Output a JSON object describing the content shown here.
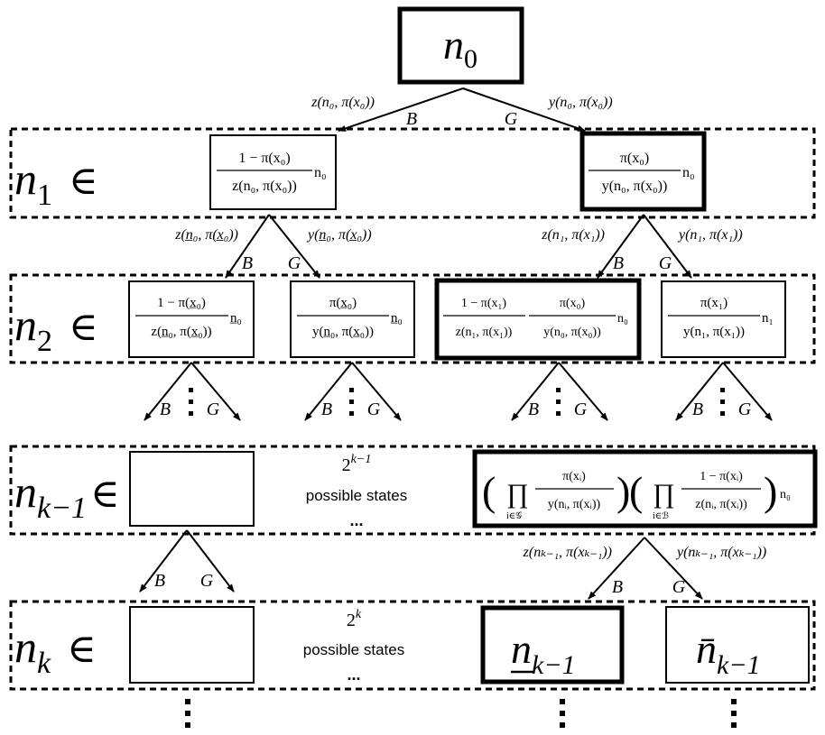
{
  "root": {
    "sym": "n",
    "sub": "0"
  },
  "rows": [
    {
      "sym": "n",
      "sub": "1",
      "rel": "∈"
    },
    {
      "sym": "n",
      "sub": "2",
      "rel": "∈"
    },
    {
      "sym": "n",
      "sub": "k−1",
      "rel": "∈"
    },
    {
      "sym": "n",
      "sub": "k",
      "rel": "∈"
    }
  ],
  "branch": {
    "bad": "B",
    "good": "G"
  },
  "edge_labels": {
    "root_left": "z(n₀, π(x₀))",
    "root_right": "y(n₀, π(x₀))",
    "n1L_left": "z(n̲₀, π(x̲₀))",
    "n1L_right": "y(n̲₀, π(x̲₀))",
    "n1R_left": "z(n₁, π(x₁))",
    "n1R_right": "y(n₁, π(x₁))",
    "nk1_left": "z(nₖ₋₁, π(xₖ₋₁))",
    "nk1_right": "y(nₖ₋₁, π(xₖ₋₁))"
  },
  "fractions": {
    "n1a_num": "1 − π(x₀)",
    "n1a_den": "z(n₀, π(x₀))",
    "n1a_mul": "n₀",
    "n1b_num": "π(x₀)",
    "n1b_den": "y(n₀, π(x₀))",
    "n1b_mul": "n₀",
    "n2a_num": "1 − π(x̲₀)",
    "n2a_den": "z(n̲₀, π(x̲₀))",
    "n2a_mul": "n̲₀",
    "n2b_num": "π(x̲₀)",
    "n2b_den": "y(n̲₀, π(x̲₀))",
    "n2b_mul": "n̲₀",
    "n2c_num1": "1 − π(x₁)",
    "n2c_den1": "z(n₁, π(x₁))",
    "n2c_num2": "π(x₀)",
    "n2c_den2": "y(n₀, π(x₀))",
    "n2c_mul": "n₀",
    "n2d_num": "π(x₁)",
    "n2d_den": "y(n₁, π(x₁))",
    "n2d_mul": "n₁",
    "nk1_prod": "∏",
    "nk1_sub1": "i∈𝒢",
    "nk1_sub2": "i∈ℬ",
    "nk1_num1": "π(xᵢ)",
    "nk1_den1": "y(nᵢ, π(xᵢ))",
    "nk1_num2": "1 − π(xᵢ)",
    "nk1_den2": "z(nᵢ, π(xᵢ))",
    "nk1_mul": "n₀"
  },
  "states": {
    "k1_base": "2",
    "k1_exp": "k−1",
    "k_base": "2",
    "k_exp": "k",
    "label": "possible states",
    "ellipsis": "..."
  },
  "leaves": {
    "lower": {
      "sym": "n",
      "sub": "k−1"
    },
    "upper": {
      "sym": "n̄",
      "sub": "k−1"
    }
  }
}
